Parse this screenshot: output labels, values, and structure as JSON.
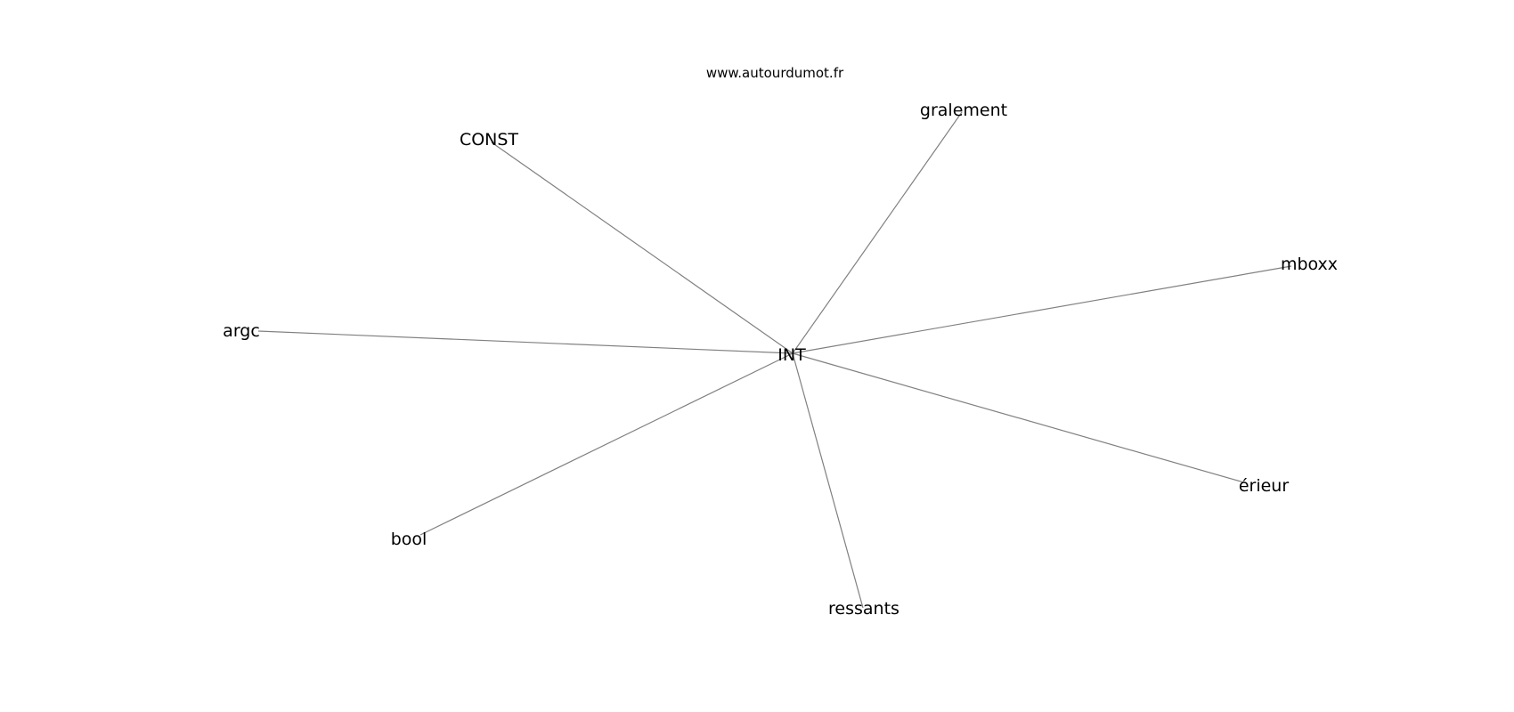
{
  "watermark": "www.autourdumot.fr",
  "edge_color": "#808080",
  "text_color": "#000000",
  "center": {
    "id": "int",
    "label": "INT"
  },
  "nodes": [
    {
      "id": "gralement",
      "label": "gralement"
    },
    {
      "id": "const",
      "label": "CONST"
    },
    {
      "id": "mboxx",
      "label": "mboxx"
    },
    {
      "id": "argc",
      "label": "argc"
    },
    {
      "id": "erieur",
      "label": "érieur"
    },
    {
      "id": "bool",
      "label": "bool"
    },
    {
      "id": "ressants",
      "label": "ressants"
    }
  ],
  "edges": [
    [
      "int",
      "gralement"
    ],
    [
      "int",
      "const"
    ],
    [
      "int",
      "mboxx"
    ],
    [
      "int",
      "argc"
    ],
    [
      "int",
      "erieur"
    ],
    [
      "int",
      "bool"
    ],
    [
      "int",
      "ressants"
    ]
  ]
}
